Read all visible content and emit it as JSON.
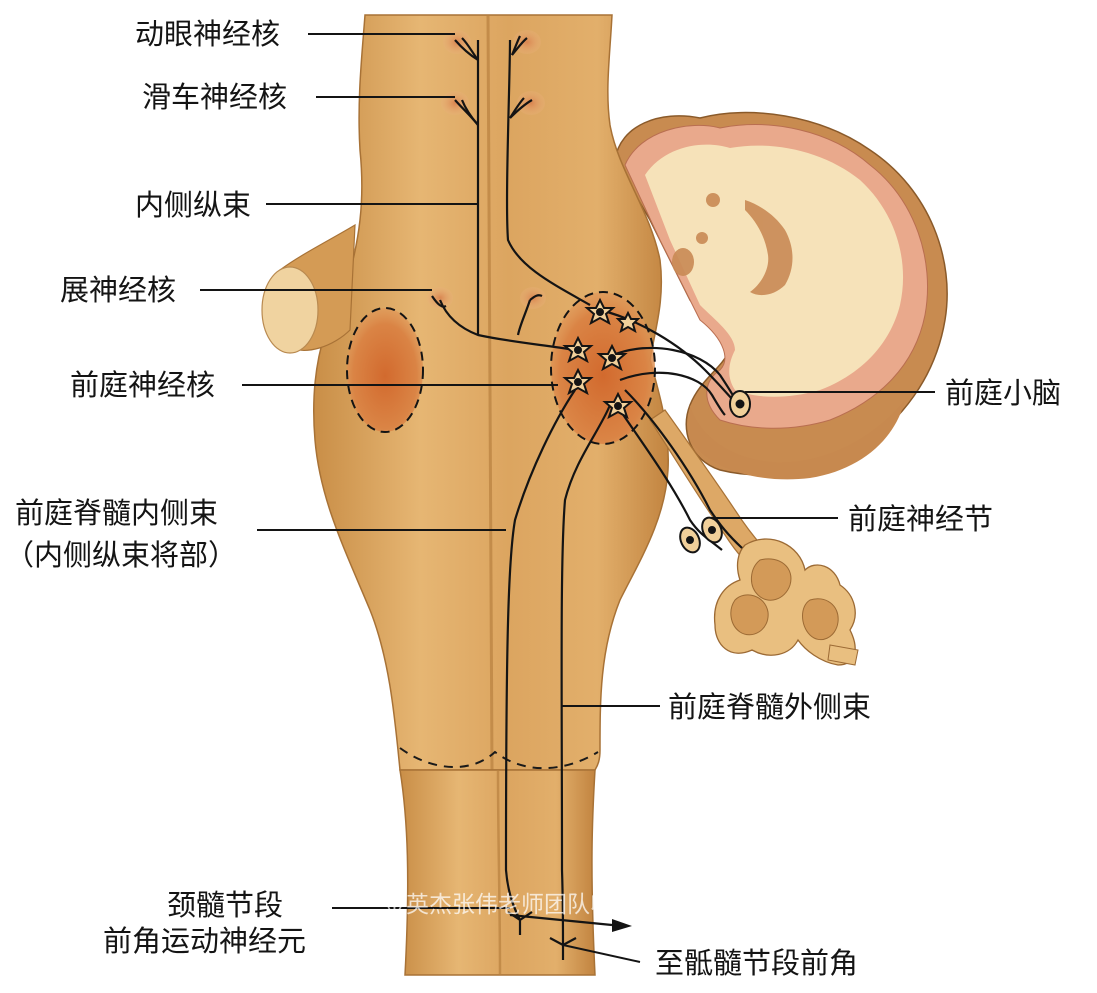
{
  "labels": {
    "oculomotor_nucleus": "动眼神经核",
    "trochlear_nucleus": "滑车神经核",
    "medial_longitudinal_fasciculus": "内侧纵束",
    "abducens_nucleus": "展神经核",
    "vestibular_nuclei": "前庭神经核",
    "medial_vestibulospinal_tract_line1": "前庭脊髓内侧束",
    "medial_vestibulospinal_tract_line2": "（内侧纵束将部）",
    "vestibulocerebellum": "前庭小脑",
    "vestibular_ganglion": "前庭神经节",
    "lateral_vestibulospinal_tract": "前庭脊髓外侧束",
    "cervical_motor_neuron_line1": "颈髓节段",
    "cervical_motor_neuron_line2": "前角运动神经元",
    "to_sacral_anterior_horn": "至骶髓节段前角"
  },
  "watermark": "金英杰张伟老师团队收集整理",
  "colors": {
    "brainstem": "#D9A45C",
    "brainstem_light": "#EDC98A",
    "nucleus": "#D2763E",
    "cerebellum_cortex": "#E9A98C",
    "cerebellum_white": "#F6E2B9",
    "line": "#141414"
  }
}
